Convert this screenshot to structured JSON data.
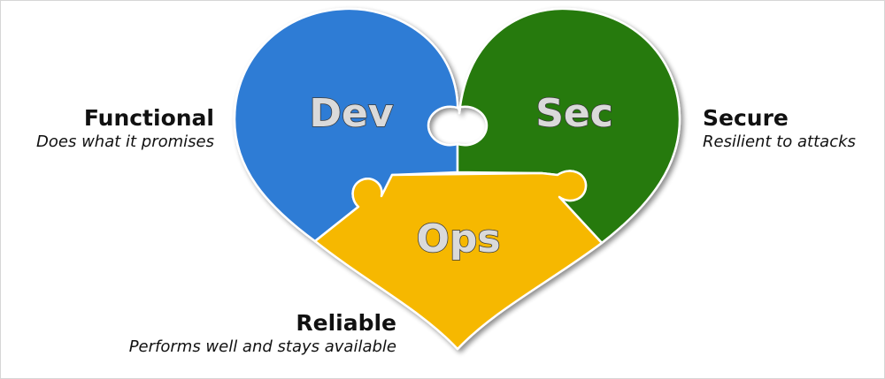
{
  "pieces": [
    {
      "id": "dev",
      "label": "Dev",
      "color": "#2e7bd5"
    },
    {
      "id": "sec",
      "label": "Sec",
      "color": "#257a0c"
    },
    {
      "id": "ops",
      "label": "Ops",
      "color": "#f6b800"
    }
  ],
  "qualities": {
    "functional": {
      "title": "Functional",
      "description": "Does what it promises"
    },
    "secure": {
      "title": "Secure",
      "description": "Resilient to attacks"
    },
    "reliable": {
      "title": "Reliable",
      "description": "Performs well and stays available"
    }
  },
  "colors": {
    "outline": "#ffffff",
    "shadow": "#9a9a9a",
    "text": "#111111"
  }
}
